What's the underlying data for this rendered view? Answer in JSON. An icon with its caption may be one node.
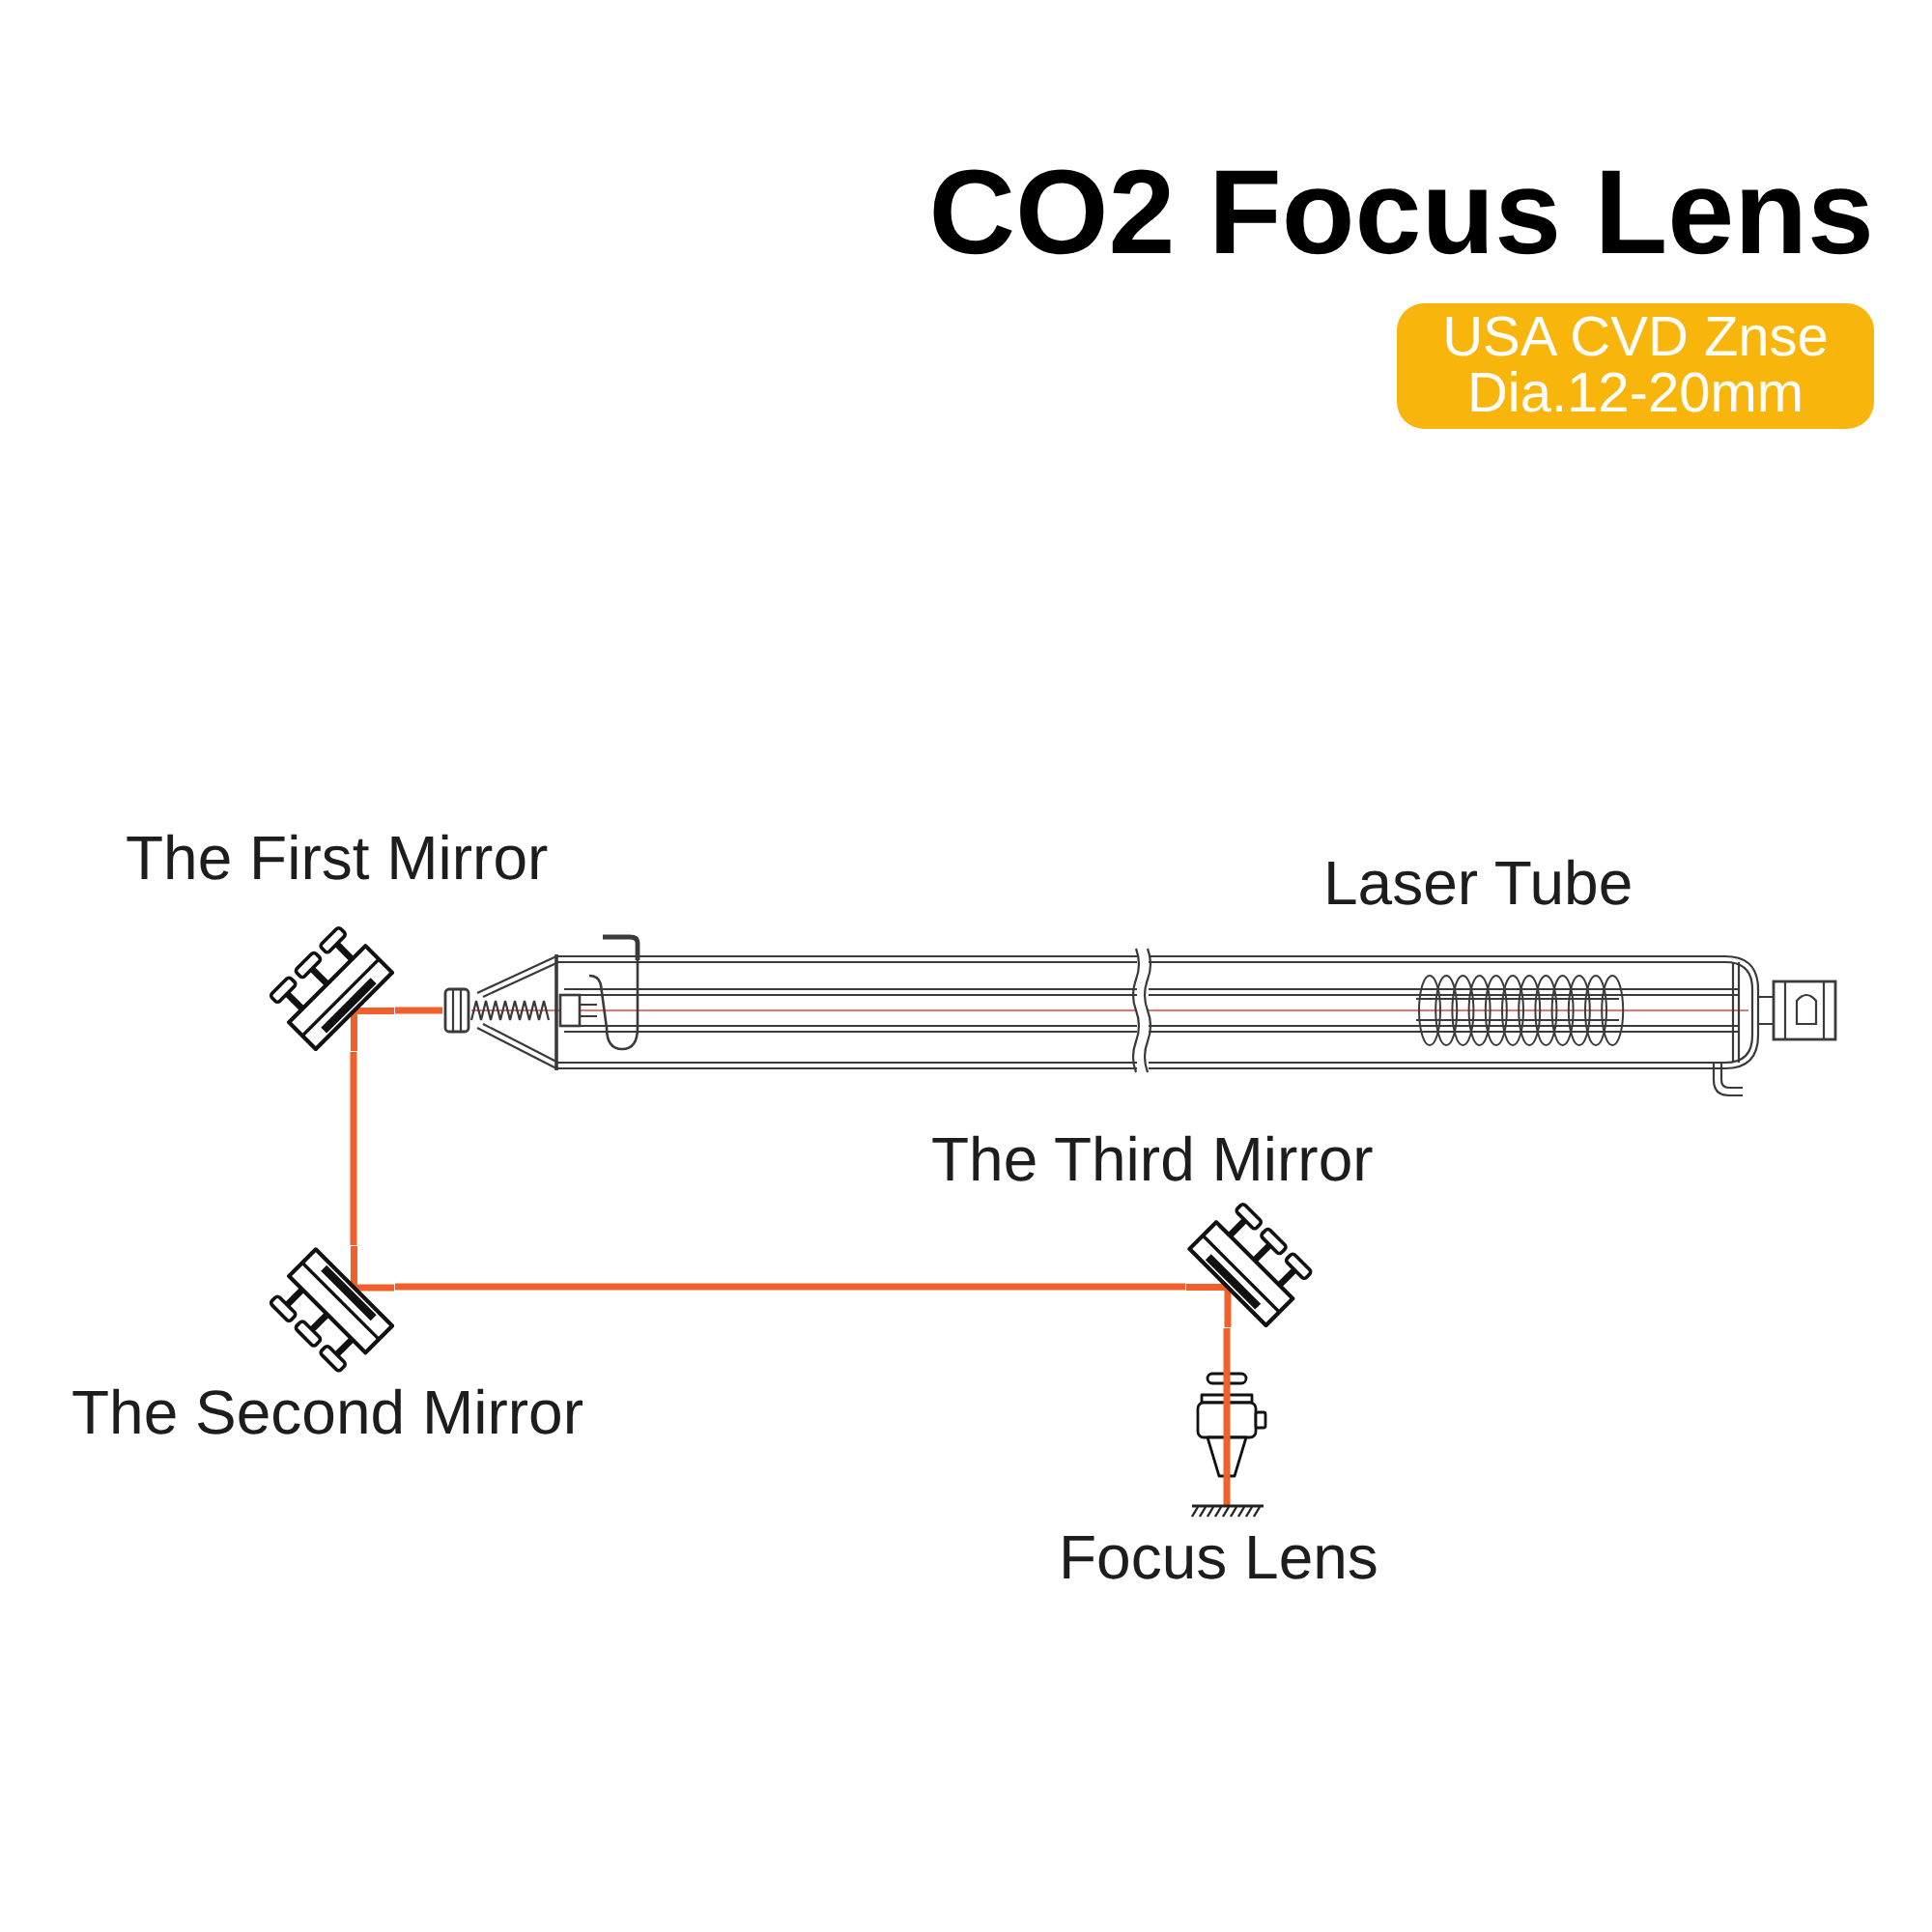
{
  "diagram": {
    "title": "CO2 Focus Lens",
    "nodes": [
      {
        "text": [
          "USA CVD Znse",
          "Dia.12-20mm"
        ]
      },
      {
        "text": [],
        "shape": "picture",
        "beside": [
          "The First Mirror"
        ]
      },
      {
        "text": [],
        "shape": "picture",
        "beside": [
          "Laser Tube"
        ]
      },
      {
        "text": [],
        "shape": "picture",
        "beside": [
          "The Second Mirror"
        ]
      },
      {
        "text": [],
        "shape": "picture",
        "beside": [
          "The Third Mirror"
        ]
      },
      {
        "text": [],
        "shape": "picture",
        "beside": [
          "Focus Lens"
        ]
      }
    ],
    "edges": [
      {
        "from": 2,
        "to": 1,
        "arrow": "none"
      },
      {
        "from": 1,
        "to": 3,
        "arrow": "none"
      },
      {
        "from": 3,
        "to": 4,
        "arrow": "none"
      },
      {
        "from": 4,
        "to": 5,
        "arrow": "none"
      }
    ]
  }
}
